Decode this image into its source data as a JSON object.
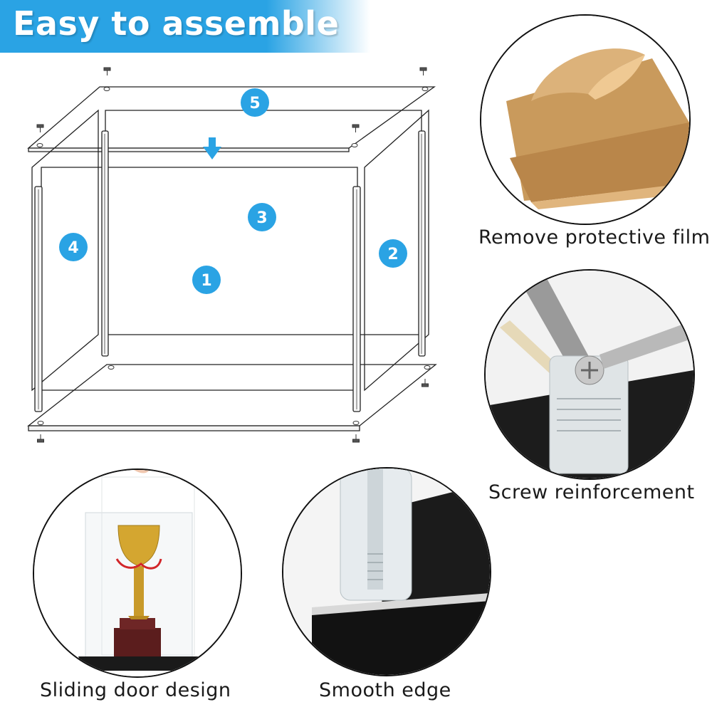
{
  "banner": {
    "title": "Easy to assemble",
    "color": "#2aa3e4"
  },
  "diagram": {
    "accent": "#2aa3e4",
    "panel_numbers": [
      "1",
      "2",
      "3",
      "4",
      "5"
    ]
  },
  "features": [
    {
      "caption": "Remove protective film"
    },
    {
      "caption": "Screw reinforcement"
    },
    {
      "caption": "Sliding door design"
    },
    {
      "caption": "Smooth edge"
    }
  ]
}
